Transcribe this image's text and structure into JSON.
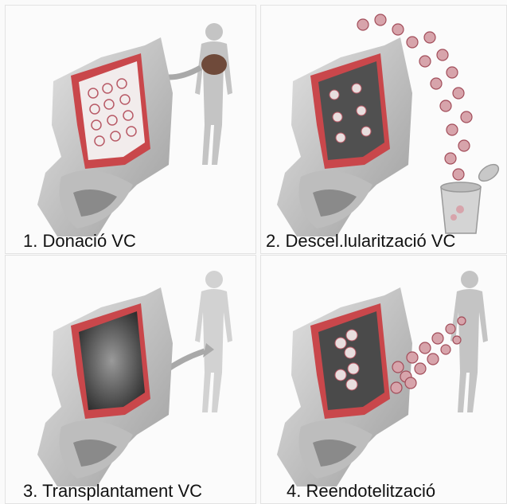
{
  "panels": [
    {
      "id": "donation",
      "caption": "1. Donació VC"
    },
    {
      "id": "decellularization",
      "caption": "2. Descel.lularització VC"
    },
    {
      "id": "transplant",
      "caption": "3. Transplantament VC"
    },
    {
      "id": "reendothelialization",
      "caption": "4. Reendotelització"
    }
  ],
  "colors": {
    "tissue": "#cfcfcf",
    "tissue_shade": "#9a9a9a",
    "vessel_wall": "#c9474b",
    "cell": "#b85a66",
    "lumen_dark": "#3a3a3a",
    "silhouette": "#c4c4c4"
  }
}
